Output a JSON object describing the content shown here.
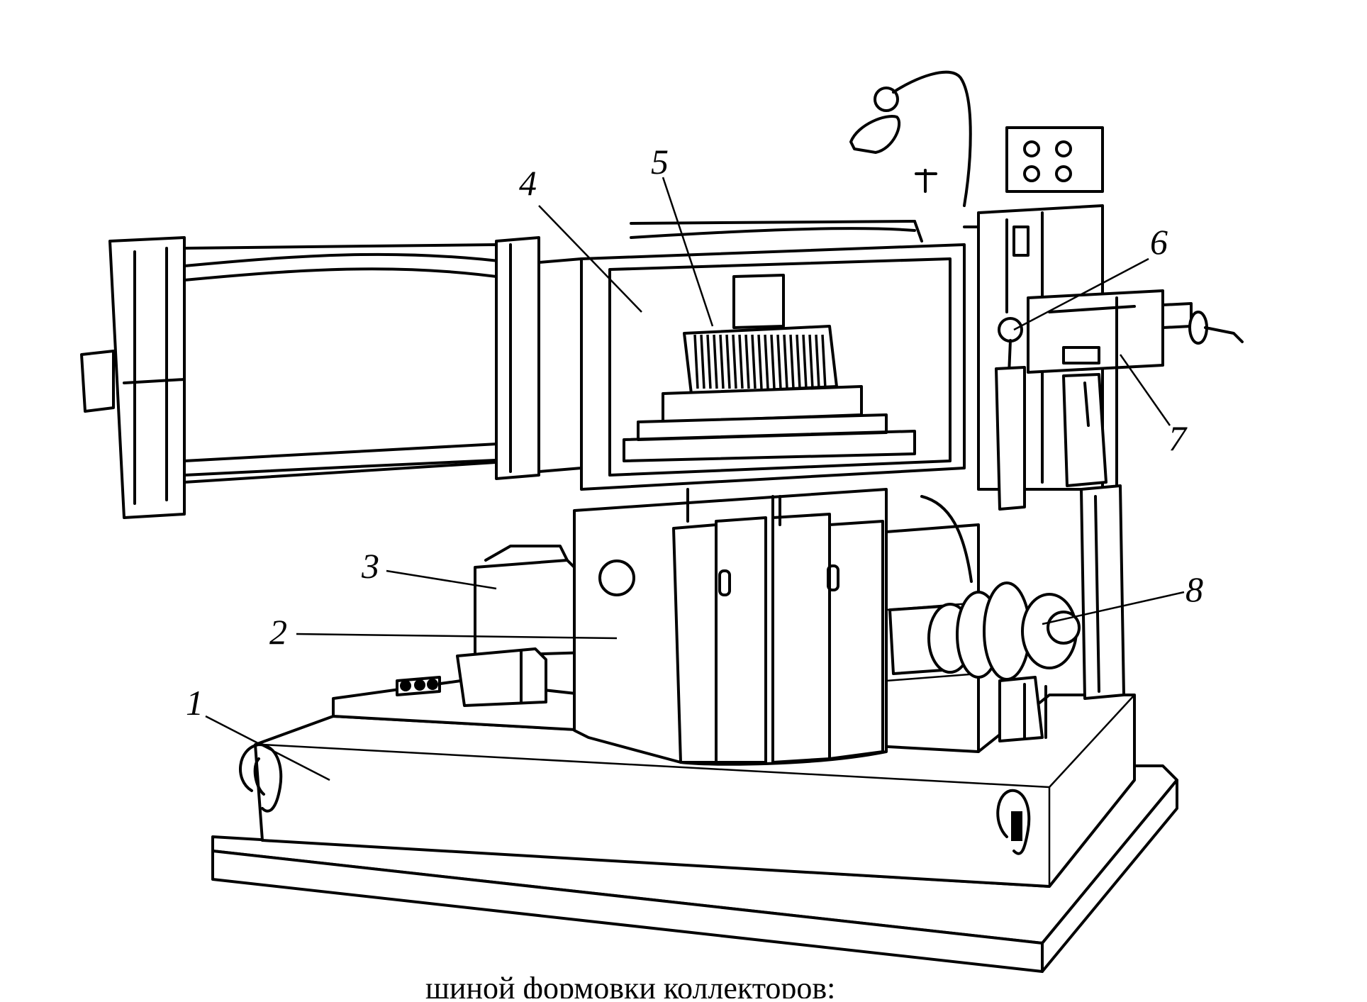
{
  "figure": {
    "callouts": [
      {
        "id": "1",
        "text": "1"
      },
      {
        "id": "2",
        "text": "2"
      },
      {
        "id": "3",
        "text": "3"
      },
      {
        "id": "4",
        "text": "4"
      },
      {
        "id": "5",
        "text": "5"
      },
      {
        "id": "6",
        "text": "6"
      },
      {
        "id": "7",
        "text": "7"
      },
      {
        "id": "8",
        "text": "8"
      }
    ],
    "caption": "шиной формовки коллекторов:"
  }
}
